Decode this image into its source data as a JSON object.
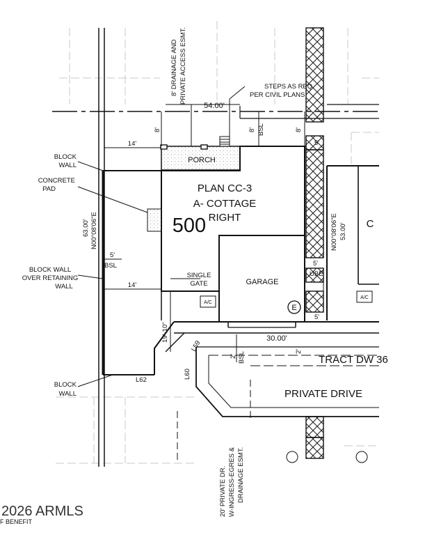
{
  "lot": {
    "number": "500",
    "plan_line1": "PLAN CC-3",
    "plan_line2": "A- COTTAGE",
    "plan_line3": "RIGHT"
  },
  "labels": {
    "porch": "PORCH",
    "garage": "GARAGE",
    "single_gate_1": "SINGLE",
    "single_gate_2": "GATE",
    "ac_left": "A/C",
    "ac_right": "A/C",
    "e_marker": "E",
    "neighbor_lot": "C",
    "tract": "TRACT DW 36",
    "private_drive": "PRIVATE DRIVE",
    "ube": "UBE",
    "bsl_porch": "BSL",
    "bsl_side": "BSL",
    "bsl_drive": "BSL",
    "steps_1": "STEPS AS REQ.",
    "steps_2": "PER CIVIL PLANS",
    "drainage_1": "8' DRAINAGE AND",
    "drainage_2": "PRIVATE ACCESS ESMT.",
    "private_dr_1": "20' PRIVATE DR.",
    "private_dr_2": "W-INGRESS-EGRES &",
    "private_dr_3": "DRAINAGE ESMT.",
    "block_wall_top_1": "BLOCK",
    "block_wall_top_2": "WALL",
    "concrete_pad_1": "CONCRETE",
    "concrete_pad_2": "PAD",
    "block_wall_ret_1": "BLOCK WALL",
    "block_wall_ret_2": "OVER RETAINING",
    "block_wall_ret_3": "WALL",
    "block_wall_bot_1": "BLOCK",
    "block_wall_bot_2": "WALL"
  },
  "dimensions": {
    "top_width": "54.00'",
    "bottom_width": "30.00'",
    "left_length": "63.00'",
    "left_bearing": "N00°08'06\"E",
    "right_length": "53.00'",
    "right_bearing": "N00°08'06\"E",
    "front_setback": "14'",
    "side_setback": "14'",
    "porch_side": "8'",
    "easement_8_left": "8'",
    "easement_8_mid": "8'",
    "easement_8_right": "8'",
    "rear_5": "5'",
    "side_5": "5'",
    "ube_5": "5'",
    "bottom_5": "5'",
    "gate_dim": "19'-10\"",
    "drive_setback": "2'",
    "drive_setback_right": "2'",
    "curve_l59": "L59",
    "curve_l60": "L60",
    "curve_l62": "L62"
  },
  "watermark": {
    "copyright": "2026 ARMLS",
    "disclaimer": "F BENEFIT"
  }
}
